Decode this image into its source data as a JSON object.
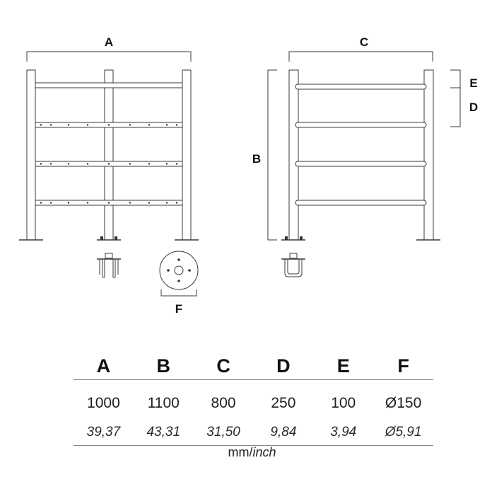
{
  "dimension_labels": {
    "a": "A",
    "b": "B",
    "c": "C",
    "d": "D",
    "e": "E",
    "f": "F"
  },
  "table": {
    "headers": [
      "A",
      "B",
      "C",
      "D",
      "E",
      "F"
    ],
    "mm_values": [
      "1000",
      "1100",
      "800",
      "250",
      "100",
      "Ø150"
    ],
    "inch_values": [
      "39,37",
      "43,31",
      "31,50",
      "9,84",
      "3,94",
      "Ø5,91"
    ]
  },
  "units": {
    "metric": "mm",
    "separator": "/",
    "imperial": "inch"
  }
}
